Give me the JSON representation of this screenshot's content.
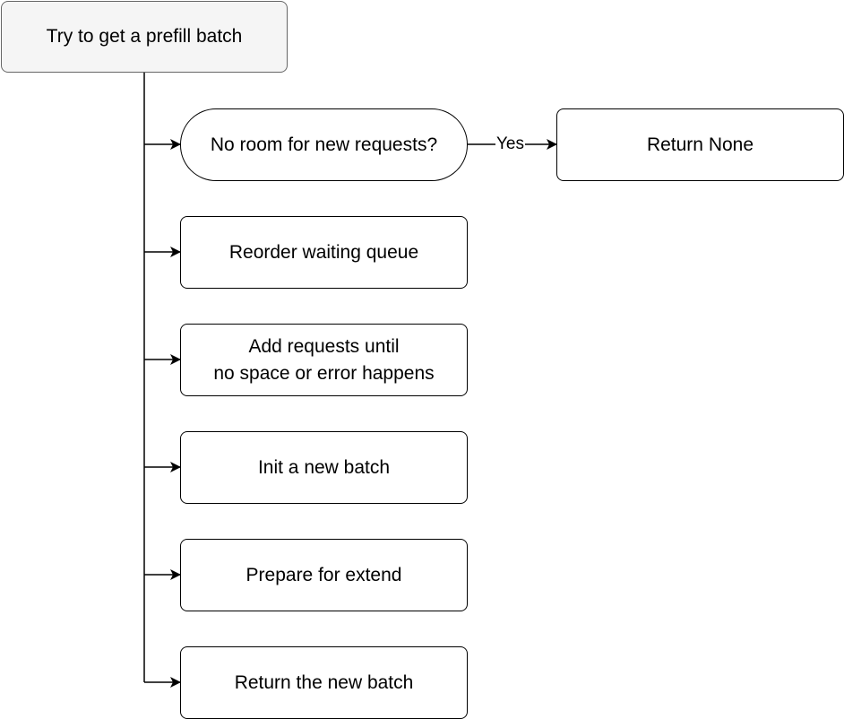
{
  "diagram": {
    "root": "Try to get a prefill batch",
    "steps": [
      "No room for new requests?",
      "Reorder waiting queue",
      "Add requests until\nno space or error happens",
      "Init a new batch",
      "Prepare for extend",
      "Return the new batch"
    ],
    "decision_branch": {
      "label": "Yes",
      "target": "Return None"
    }
  }
}
